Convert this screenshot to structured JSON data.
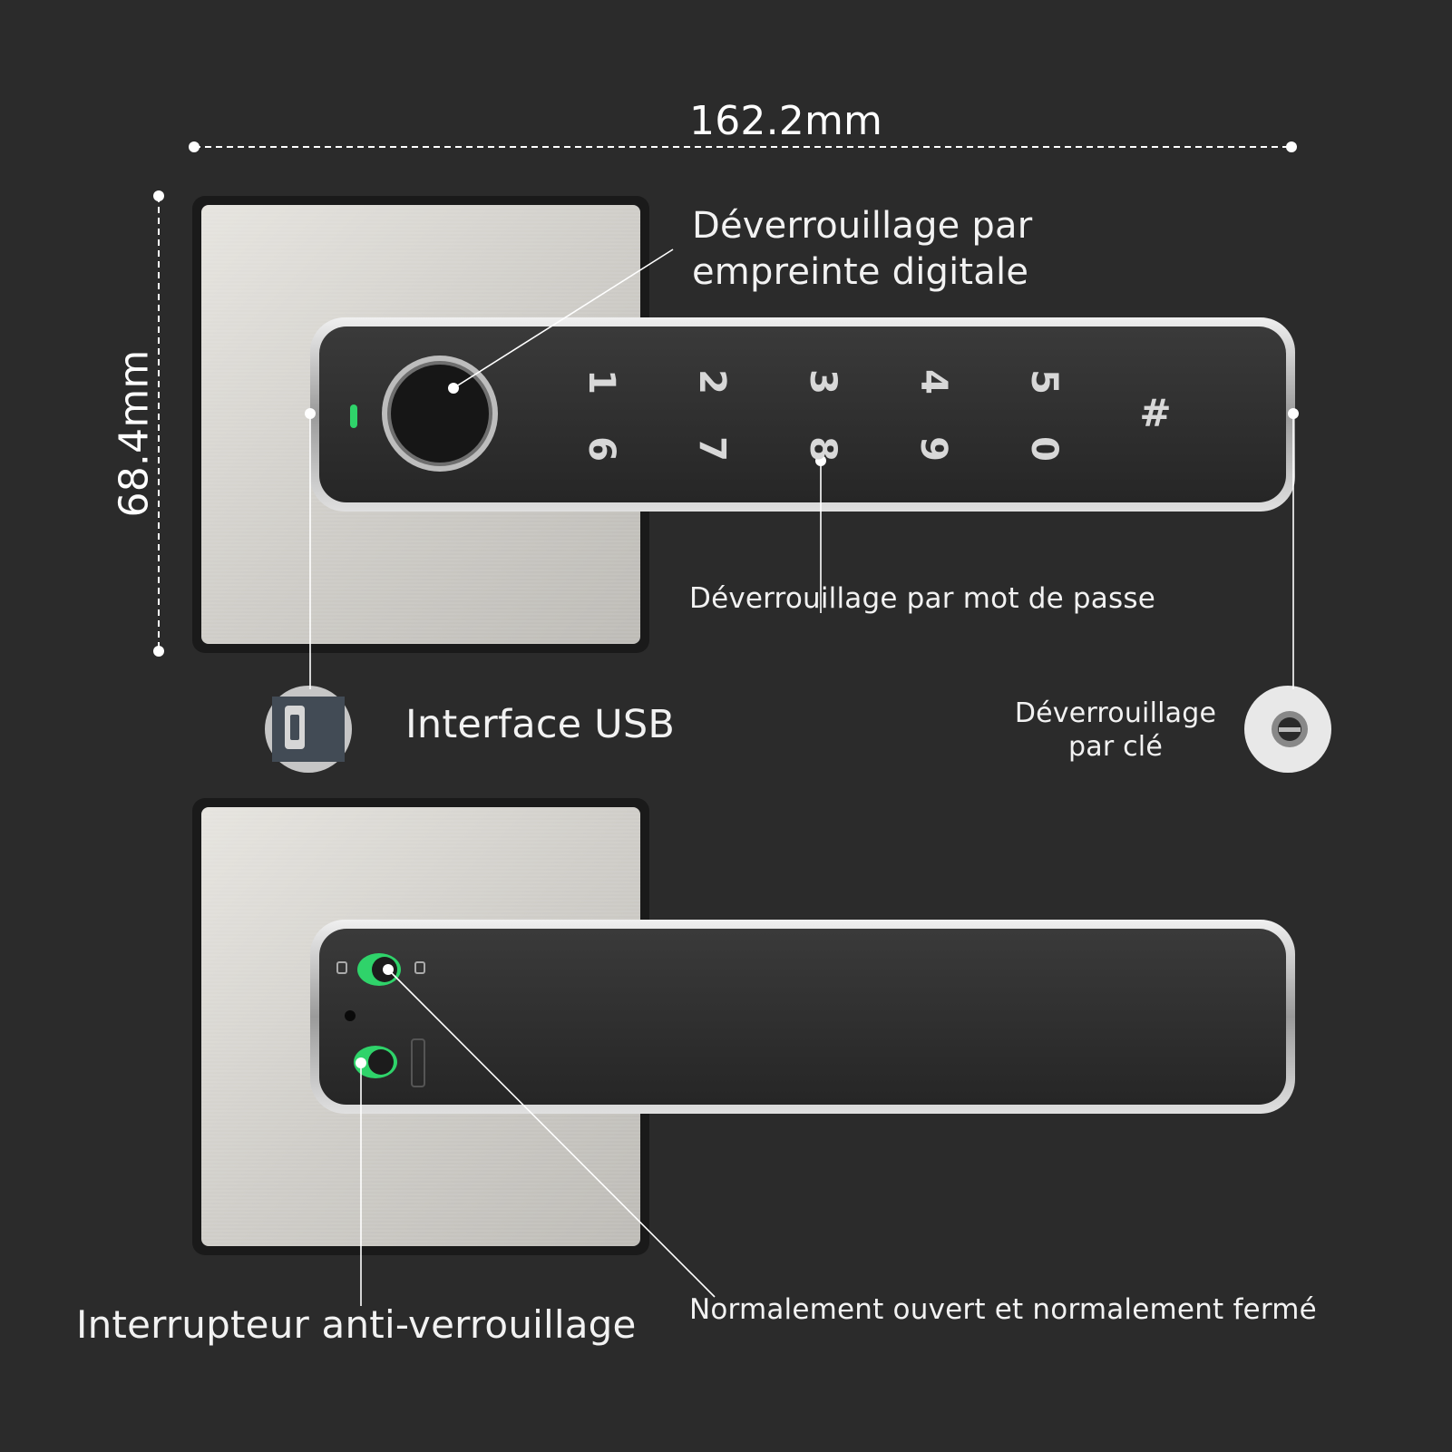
{
  "dimensions": {
    "width": "162.2mm",
    "height": "68.4mm"
  },
  "callouts": {
    "fingerprint": {
      "line1": "Déverrouillage par",
      "line2": "empreinte digitale"
    },
    "password": "Déverrouillage par mot de passe",
    "usb": "Interface USB",
    "key": {
      "line1": "Déverrouillage",
      "line2": "par clé"
    },
    "anti_lock_switch": "Interrupteur anti-verrouillage",
    "no_nc": "Normalement ouvert et normalement fermé"
  },
  "keypad": {
    "top_row": [
      "1",
      "2",
      "3",
      "4",
      "5"
    ],
    "bottom_row": [
      "6",
      "7",
      "8",
      "9",
      "0"
    ],
    "hash": "#"
  },
  "colors": {
    "background": "#2b2b2b",
    "handle_body": "#333333",
    "handle_rim": "#c8c8c8",
    "plate": "#d4d2cd",
    "indicator": "#2fd36a"
  }
}
